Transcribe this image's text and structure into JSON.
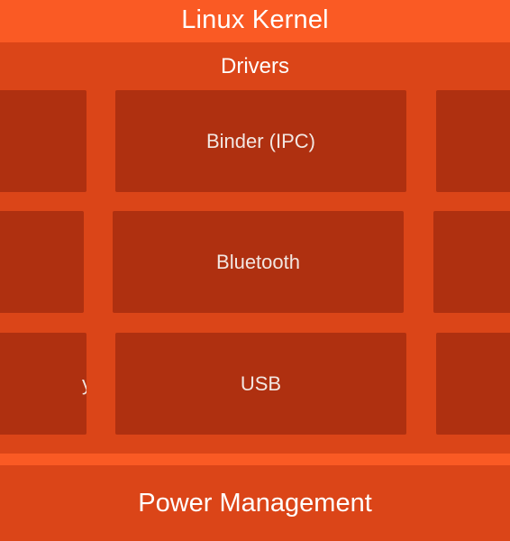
{
  "diagram": {
    "kernel_title": "Linux Kernel",
    "drivers": {
      "title": "Drivers",
      "rows": [
        {
          "left": "",
          "center": "Binder (IPC)",
          "right": ""
        },
        {
          "left": "",
          "center": "Bluetooth",
          "right": ""
        },
        {
          "left": "y",
          "center": "USB",
          "right": ""
        }
      ]
    },
    "power_title": "Power Management"
  },
  "colors": {
    "kernel_orange": "#fa5a24",
    "drivers_panel": "#db4518",
    "driver_tile": "#af3010",
    "text": "#ffffff"
  }
}
